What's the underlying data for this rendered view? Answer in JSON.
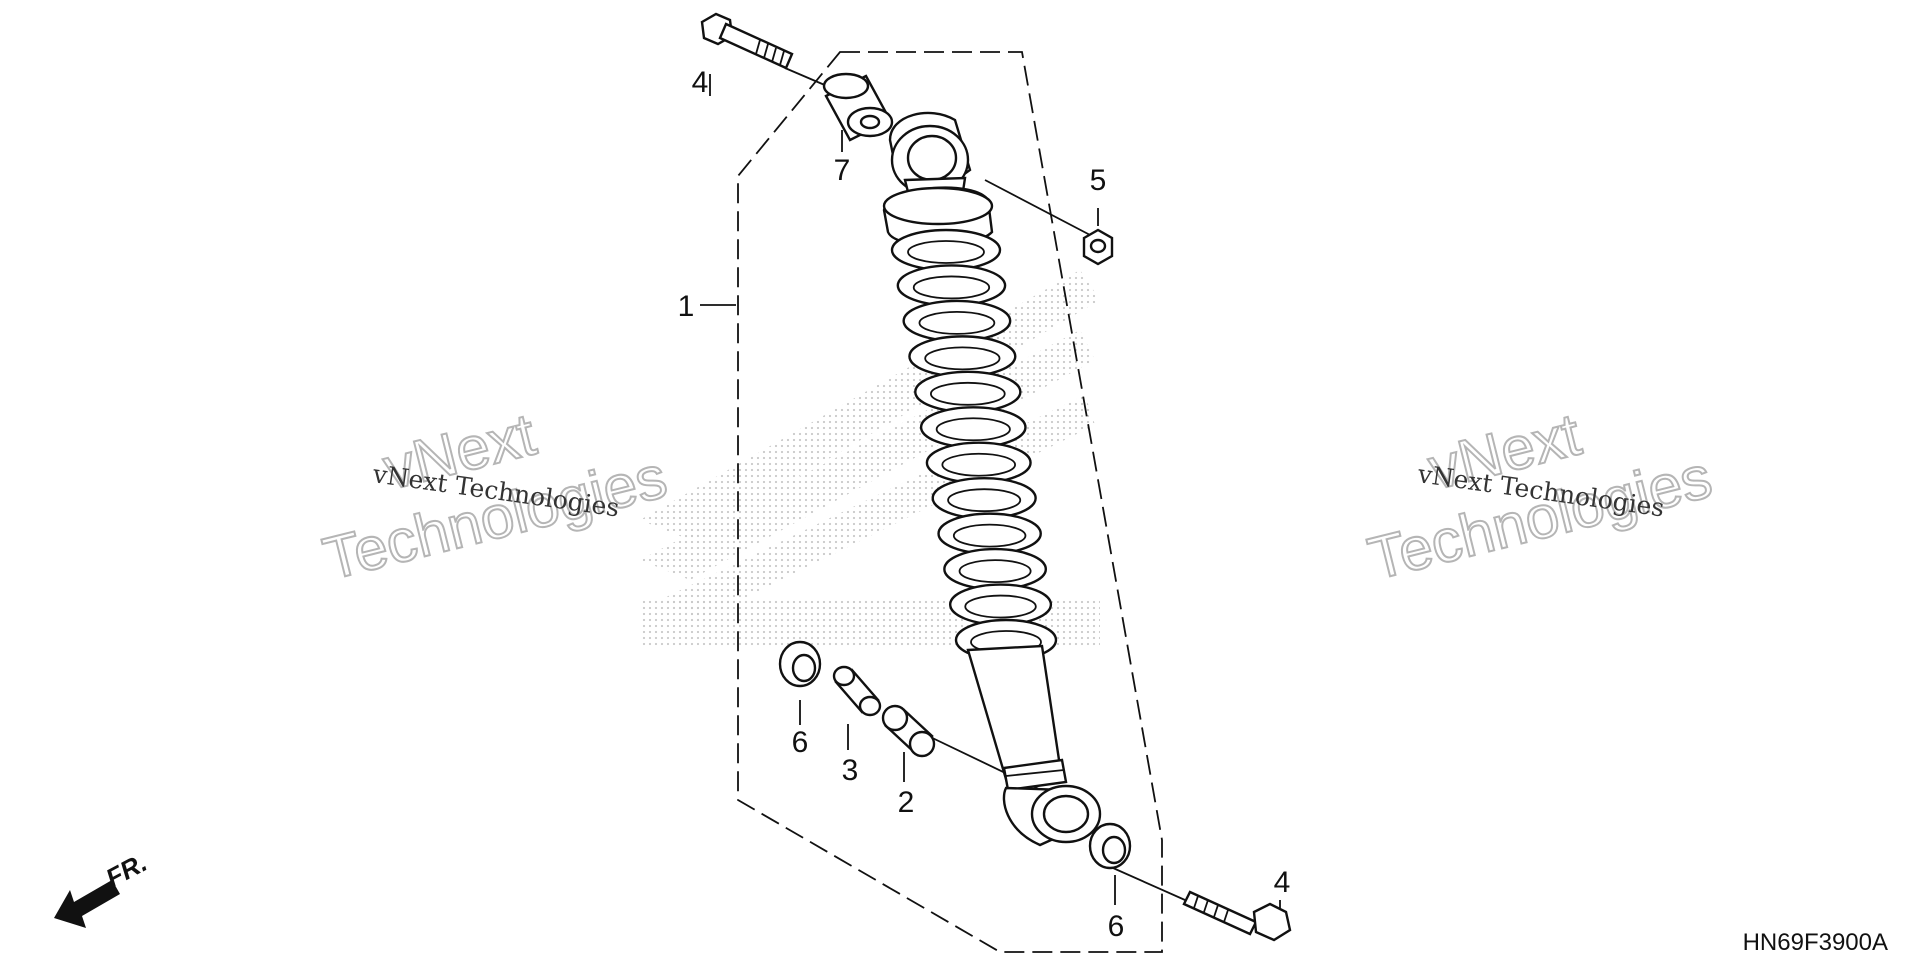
{
  "callouts": {
    "c1": "1",
    "c2": "2",
    "c3": "3",
    "c4_top": "4",
    "c4_bottom": "4",
    "c5": "5",
    "c6_left": "6",
    "c6_bottom": "6",
    "c7": "7"
  },
  "diagram_code": "HN69F3900A",
  "front_marker": "FR.",
  "watermark": {
    "line_small": "vNext Technologies",
    "line_big_1": "vNext",
    "line_big_2": "Technologies"
  },
  "icons": [
    "front-direction-arrow-icon",
    "honda-wing-logo-watermark"
  ]
}
